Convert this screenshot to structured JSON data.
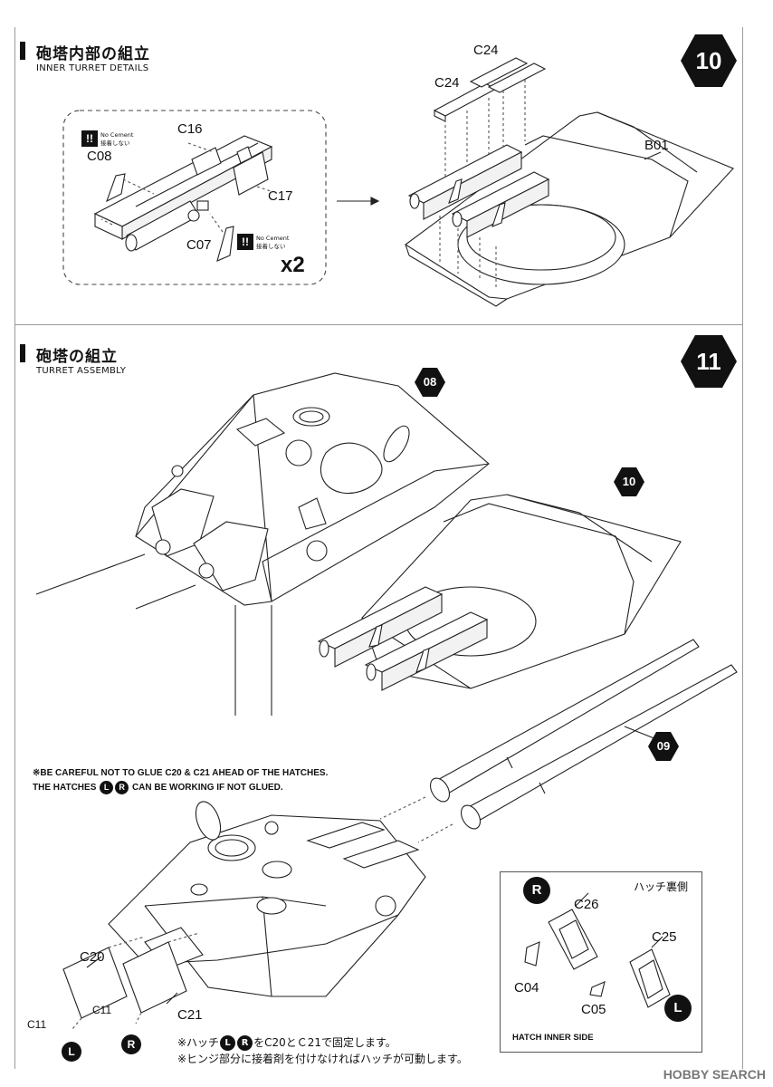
{
  "step10": {
    "number": "10",
    "title_jp": "砲塔内部の組立",
    "title_en": "INNER TURRET DETAILS",
    "parts": {
      "c16": "C16",
      "c08": "C08",
      "c17": "C17",
      "c07": "C07",
      "c24_top": "C24",
      "c24_left": "C24",
      "b01": "B01"
    },
    "warning_mark": "!!",
    "no_cement_en": "No Cement",
    "no_cement_jp": "接着しない",
    "multiplier": "x2"
  },
  "step11": {
    "number": "11",
    "title_jp": "砲塔の組立",
    "title_en": "TURRET ASSEMBLY",
    "ref_08": "08",
    "ref_10": "10",
    "ref_09": "09",
    "note_en_line1": "※BE CAREFUL NOT TO GLUE C20 & C21 AHEAD OF THE HATCHES.",
    "note_en_line2_a": "THE HATCHES",
    "note_en_line2_b": "CAN BE WORKING IF NOT GLUED.",
    "badge_L": "L",
    "badge_R": "R",
    "parts": {
      "c20": "C20",
      "c11_a": "C11",
      "c11_b": "C11",
      "c21": "C21"
    },
    "note_jp_line1_a": "※ハッチ",
    "note_jp_line1_b": "をC20とＣ21で固定します。",
    "note_jp_line2": "※ヒンジ部分に接着剤を付けなければハッチが可動します。",
    "hatch_box": {
      "title_jp": "ハッチ裏側",
      "title_en": "HATCH INNER SIDE",
      "c26": "C26",
      "c04": "C04",
      "c25": "C25",
      "c05": "C05"
    }
  },
  "watermark": "HOBBY SEARCH"
}
